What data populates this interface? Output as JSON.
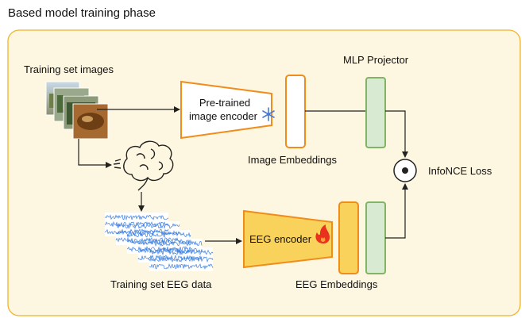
{
  "title": "Based model training phase",
  "labels": {
    "training_images": "Training set images",
    "mlp_projector": "MLP Projector",
    "image_encoder_line1": "Pre-trained",
    "image_encoder_line2": "image encoder",
    "image_embeddings": "Image Embeddings",
    "infonce_loss": "InfoNCE Loss",
    "eeg_encoder": "EEG encoder",
    "training_eeg": "Training set EEG data",
    "eeg_embeddings": "EEG Embeddings"
  },
  "icons": {
    "frozen": "snowflake-icon",
    "trainable": "flame-icon",
    "brain": "brain-icon",
    "dot_product": "circled-dot-icon"
  },
  "colors": {
    "panel_fill": "#fdf6e0",
    "panel_stroke": "#f0b429",
    "encoder_stroke": "#f08c1a",
    "eeg_fill": "#f9d25c",
    "mlp_fill": "#d8ead2",
    "mlp_stroke": "#82b366",
    "eeg_signal": "#3b7fe0",
    "snowflake": "#4a7bd8",
    "flame": "#e8321e"
  }
}
